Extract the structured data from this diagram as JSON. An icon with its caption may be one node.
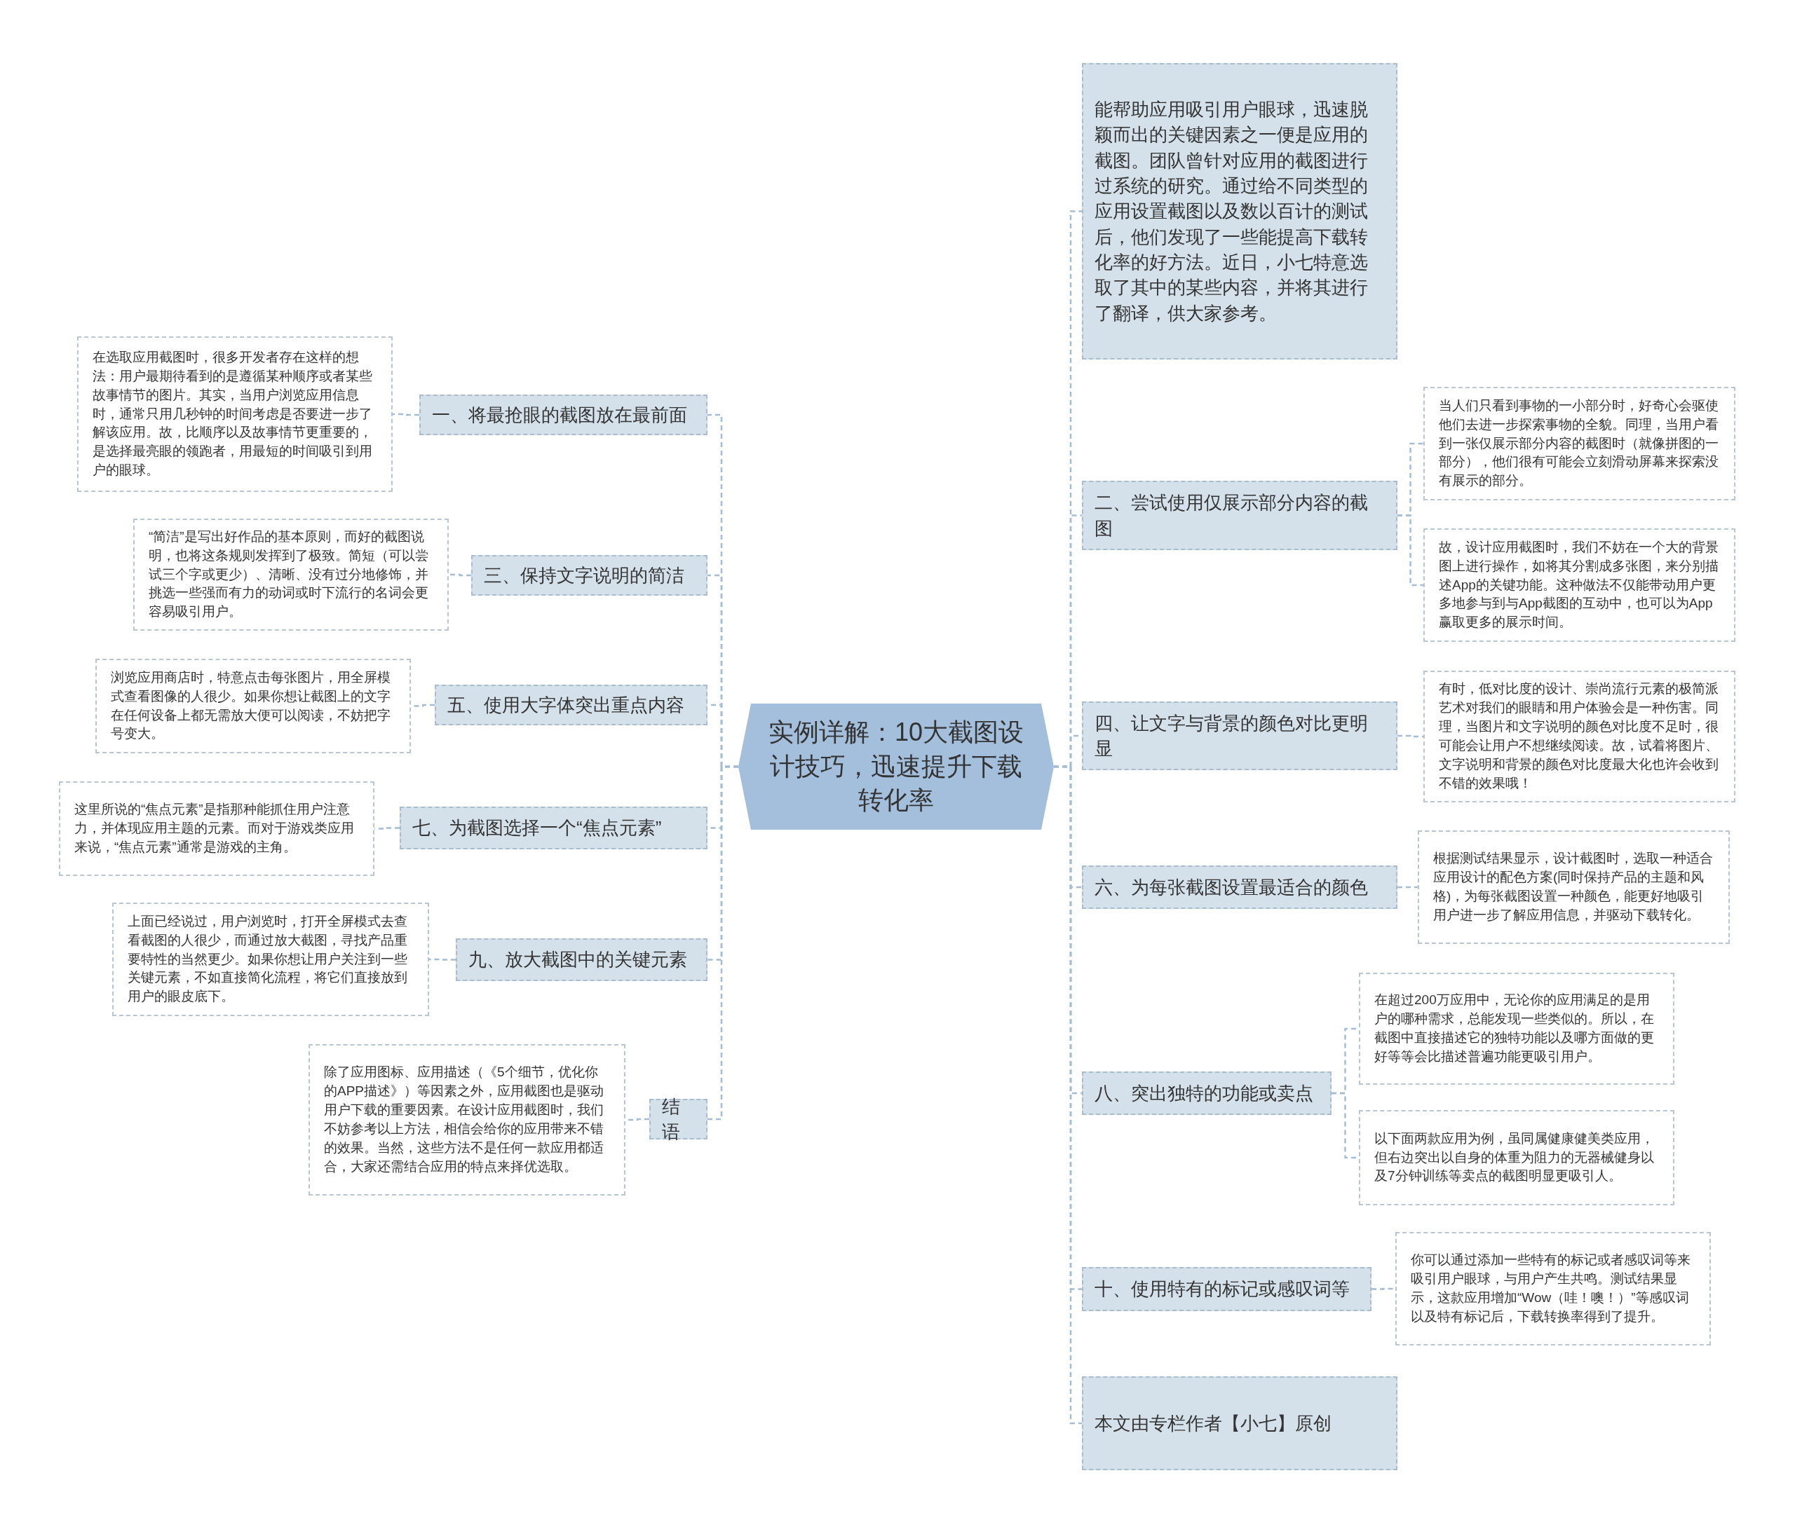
{
  "diagram": {
    "nodes": [
      {
        "text": [
          "实例详解：10大截图设计技巧，迅速提升下载转化率"
        ]
      },
      {
        "text": [
          "一、将最抢眼的截图放在最前面"
        ]
      },
      {
        "text": [
          "在选取应用截图时，很多开发者存在这样的想法：用户最期待看到的是遵循某种顺序或者某些故事情节的图片。其实，当用户浏览应用信息时，通常只用几秒钟的时间考虑是否要进一步了解该应用。故，比顺序以及故事情节更重要的，是选择最亮眼的领跑者，用最短的时间吸引到用户的眼球。"
        ]
      },
      {
        "text": [
          "三、保持文字说明的简洁"
        ]
      },
      {
        "text": [
          "“简洁”是写出好作品的基本原则，而好的截图说明，也将这条规则发挥到了极致。简短（可以尝试三个字或更少）、清晰、没有过分地修饰，并挑选一些强而有力的动词或时下流行的名词会更容易吸引用户。"
        ]
      },
      {
        "text": [
          "五、使用大字体突出重点内容"
        ]
      },
      {
        "text": [
          "浏览应用商店时，特意点击每张图片，用全屏模式查看图像的人很少。如果你想让截图上的文字在任何设备上都无需放大便可以阅读，不妨把字号变大。"
        ]
      },
      {
        "text": [
          "七、为截图选择一个“焦点元素”"
        ]
      },
      {
        "text": [
          "这里所说的“焦点元素”是指那种能抓住用户注意力，并体现应用主题的元素。而对于游戏类应用来说，“焦点元素”通常是游戏的主角。"
        ]
      },
      {
        "text": [
          "九、放大截图中的关键元素"
        ]
      },
      {
        "text": [
          "上面已经说过，用户浏览时，打开全屏模式去查看截图的人很少，而通过放大截图，寻找产品重要特性的当然更少。如果你想让用户关注到一些关键元素，不如直接简化流程，将它们直接放到用户的眼皮底下。"
        ]
      },
      {
        "text": [
          "结语"
        ]
      },
      {
        "text": [
          "除了应用图标、应用描述（《5个细节，优化你的APP描述》）等因素之外，应用截图也是驱动用户下载的重要因素。在设计应用截图时，我们不妨参考以上方法，相信会给你的应用带来不错的效果。当然，这些方法不是任何一款应用都适合，大家还需结合应用的特点来择优选取。"
        ]
      },
      {
        "text": [
          "能帮助应用吸引用户眼球，迅速脱颖而出的关键因素之一便是应用的截图。团队曾针对应用的截图进行过系统的研究。通过给不同类型的应用设置截图以及数以百计的测试后，他们发现了一些能提高下载转化率的好方法。近日，小七特意选取了其中的某些内容，并将其进行了翻译，供大家参考。"
        ]
      },
      {
        "text": [
          "二、尝试使用仅展示部分内容的截图"
        ]
      },
      {
        "text": [
          "当人们只看到事物的一小部分时，好奇心会驱使他们去进一步探索事物的全貌。同理，当用户看到一张仅展示部分内容的截图时（就像拼图的一部分），他们很有可能会立刻滑动屏幕来探索没有展示的部分。"
        ]
      },
      {
        "text": [
          "故，设计应用截图时，我们不妨在一个大的背景图上进行操作，如将其分割成多张图，来分别描述App的关键功能。这种做法不仅能带动用户更多地参与到与App截图的互动中，也可以为App赢取更多的展示时间。"
        ]
      },
      {
        "text": [
          "四、让文字与背景的颜色对比更明显"
        ]
      },
      {
        "text": [
          "有时，低对比度的设计、崇尚流行元素的极简派艺术对我们的眼睛和用户体验会是一种伤害。同理，当图片和文字说明的颜色对比度不足时，很可能会让用户不想继续阅读。故，试着将图片、文字说明和背景的颜色对比度最大化也许会收到不错的效果哦！"
        ]
      },
      {
        "text": [
          "六、为每张截图设置最适合的颜色"
        ]
      },
      {
        "text": [
          "根据测试结果显示，设计截图时，选取一种适合应用设计的配色方案(同时保持产品的主题和风格)，为每张截图设置一种颜色，能更好地吸引用户进一步了解应用信息，并驱动下载转化。"
        ]
      },
      {
        "text": [
          "八、突出独特的功能或卖点"
        ]
      },
      {
        "text": [
          "在超过200万应用中，无论你的应用满足的是用户的哪种需求，总能发现一些类似的。所以，在截图中直接描述它的独特功能以及哪方面做的更好等等会比描述普遍功能更吸引用户。"
        ]
      },
      {
        "text": [
          "以下面两款应用为例，虽同属健康健美类应用，但右边突出以自身的体重为阻力的无器械健身以及7分钟训练等卖点的截图明显更吸引人。"
        ]
      },
      {
        "text": [
          "十、使用特有的标记或感叹词等"
        ]
      },
      {
        "text": [
          "你可以通过添加一些特有的标记或者感叹词等来吸引用户眼球，与用户产生共鸣。测试结果显示，这款应用增加“Wow（哇！噢！）”等感叹词以及特有标记后，下载转换率得到了提升。"
        ]
      },
      {
        "text": [
          "本文由专栏作者【小七】原创"
        ]
      }
    ],
    "edges": [
      {
        "from": 0,
        "to": 1,
        "arrow": "none"
      },
      {
        "from": 1,
        "to": 2,
        "arrow": "none"
      },
      {
        "from": 0,
        "to": 3,
        "arrow": "none"
      },
      {
        "from": 3,
        "to": 4,
        "arrow": "none"
      },
      {
        "from": 0,
        "to": 5,
        "arrow": "none"
      },
      {
        "from": 5,
        "to": 6,
        "arrow": "none"
      },
      {
        "from": 0,
        "to": 7,
        "arrow": "none"
      },
      {
        "from": 7,
        "to": 8,
        "arrow": "none"
      },
      {
        "from": 0,
        "to": 9,
        "arrow": "none"
      },
      {
        "from": 9,
        "to": 10,
        "arrow": "none"
      },
      {
        "from": 0,
        "to": 11,
        "arrow": "none"
      },
      {
        "from": 11,
        "to": 12,
        "arrow": "none"
      },
      {
        "from": 0,
        "to": 13,
        "arrow": "none"
      },
      {
        "from": 0,
        "to": 14,
        "arrow": "none"
      },
      {
        "from": 14,
        "to": 15,
        "arrow": "none"
      },
      {
        "from": 14,
        "to": 16,
        "arrow": "none"
      },
      {
        "from": 0,
        "to": 17,
        "arrow": "none"
      },
      {
        "from": 17,
        "to": 18,
        "arrow": "none"
      },
      {
        "from": 0,
        "to": 19,
        "arrow": "none"
      },
      {
        "from": 19,
        "to": 20,
        "arrow": "none"
      },
      {
        "from": 0,
        "to": 21,
        "arrow": "none"
      },
      {
        "from": 21,
        "to": 22,
        "arrow": "none"
      },
      {
        "from": 21,
        "to": 23,
        "arrow": "none"
      },
      {
        "from": 0,
        "to": 24,
        "arrow": "none"
      },
      {
        "from": 24,
        "to": 25,
        "arrow": "none"
      },
      {
        "from": 0,
        "to": 26,
        "arrow": "none"
      }
    ]
  }
}
